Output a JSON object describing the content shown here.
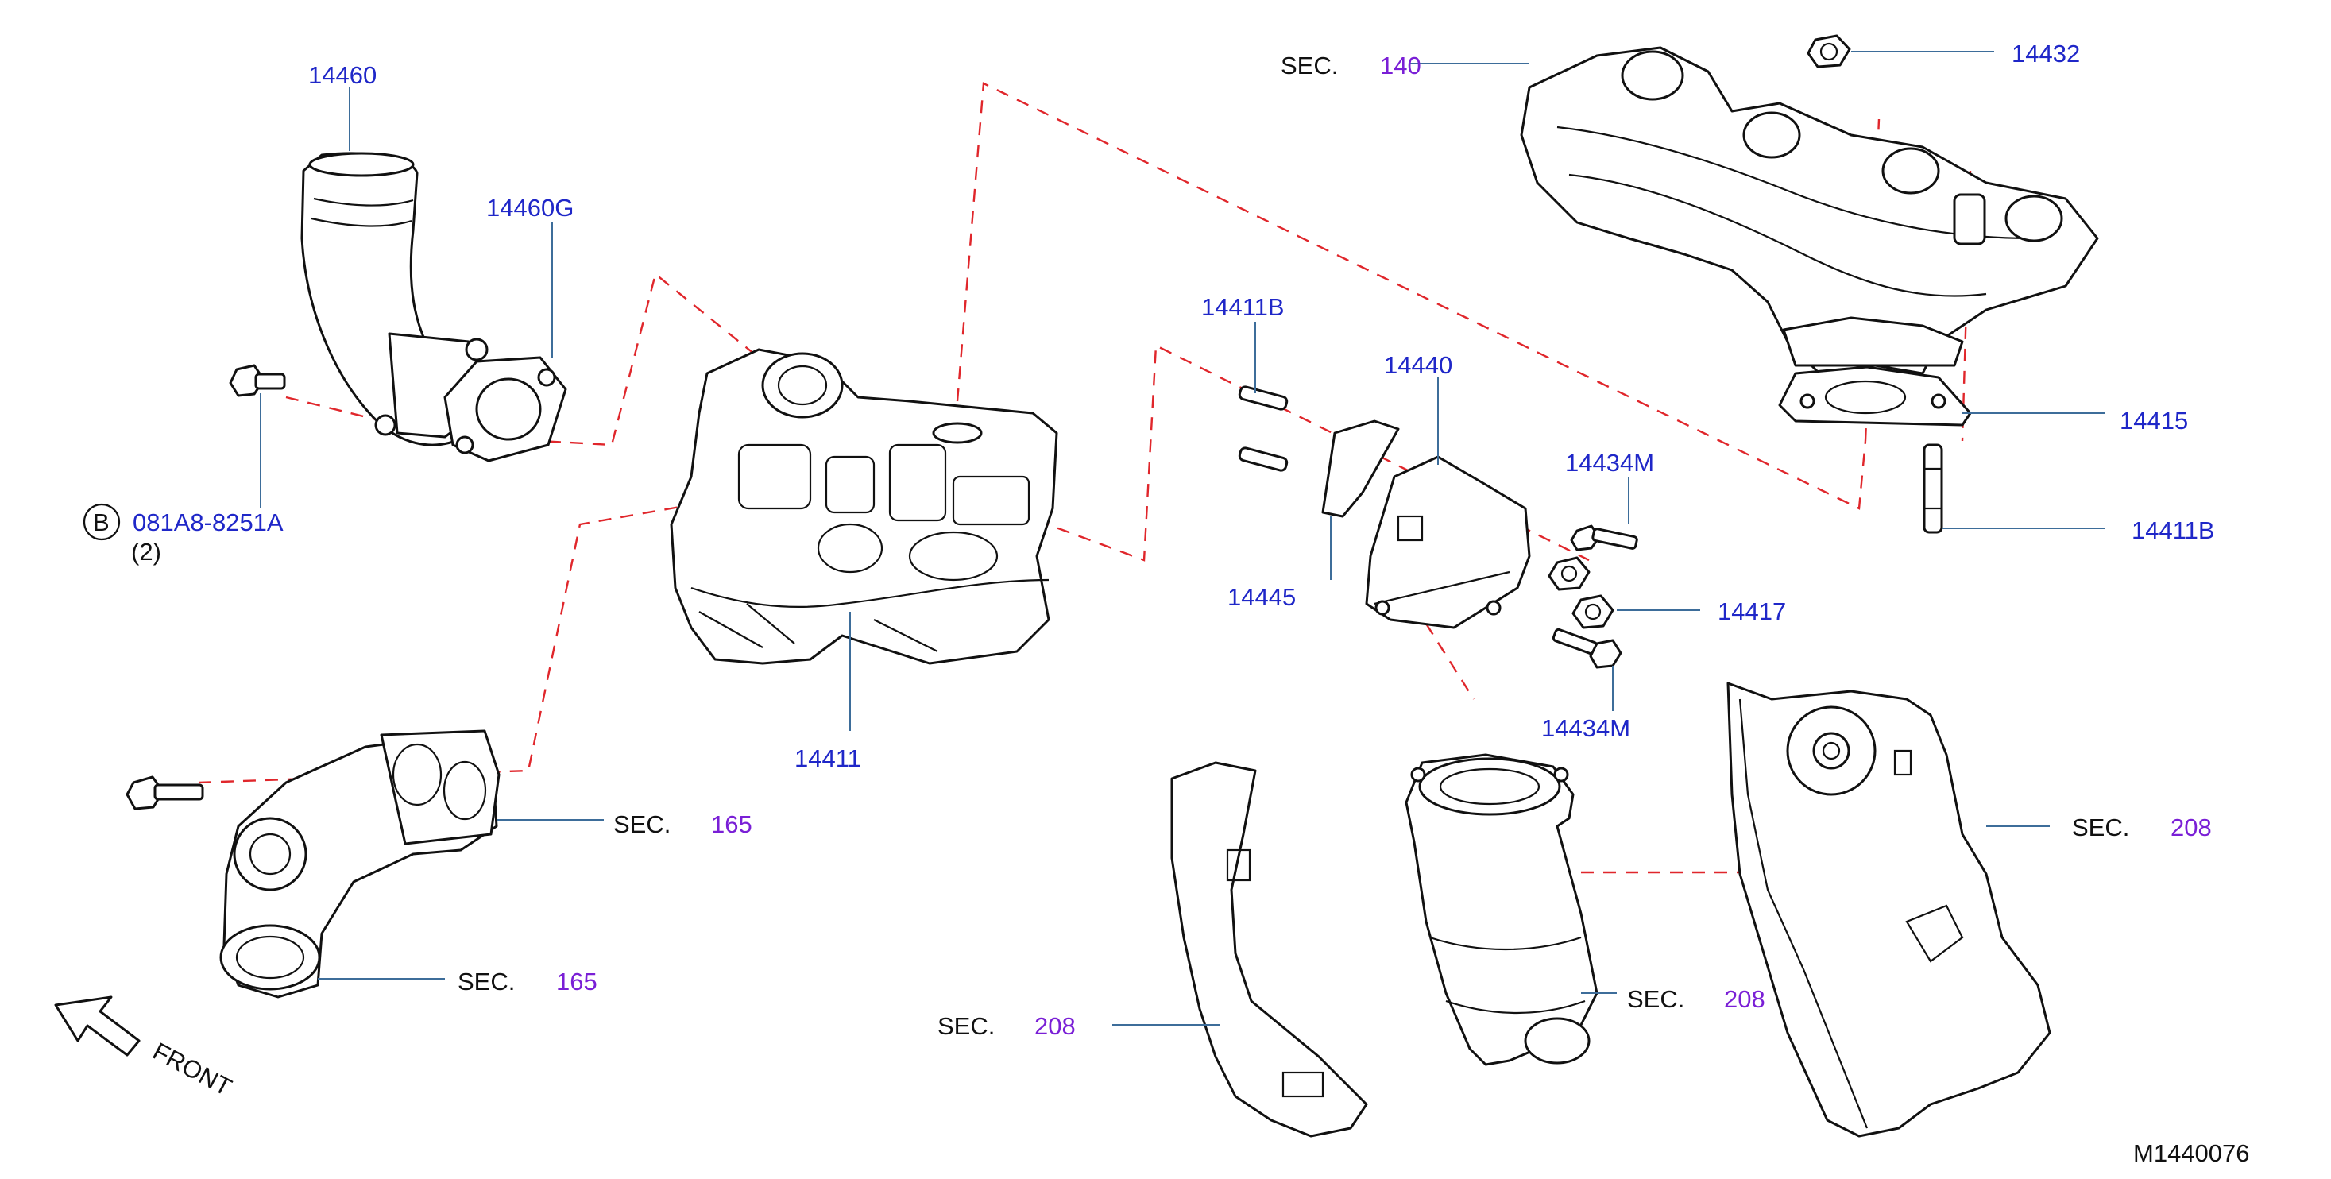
{
  "colors": {
    "part_number": "#1f27c8",
    "section_number": "#7a1fd6",
    "dash_line": "#e0262b",
    "leader_line": "#3d6d9a"
  },
  "callouts": {
    "p14460": "14460",
    "p14460G": "14460G",
    "bolt_symbol": "B",
    "bolt_part": "081A8-8251A",
    "bolt_qty": "(2)",
    "p14411": "14411",
    "p14411B_left": "14411B",
    "p14440": "14440",
    "p14445": "14445",
    "p14434M_top": "14434M",
    "p14417": "14417",
    "p14434M_bottom": "14434M",
    "p14432": "14432",
    "p14415": "14415",
    "p14411B_right": "14411B"
  },
  "sections": {
    "sec_label": "SEC.",
    "top_manifold": "140",
    "left_upper": "165",
    "left_lower": "165",
    "cover_right": "208",
    "converter": "208",
    "shield_lower": "208"
  },
  "front_label": "FRONT",
  "diagram_code": "M1440076"
}
